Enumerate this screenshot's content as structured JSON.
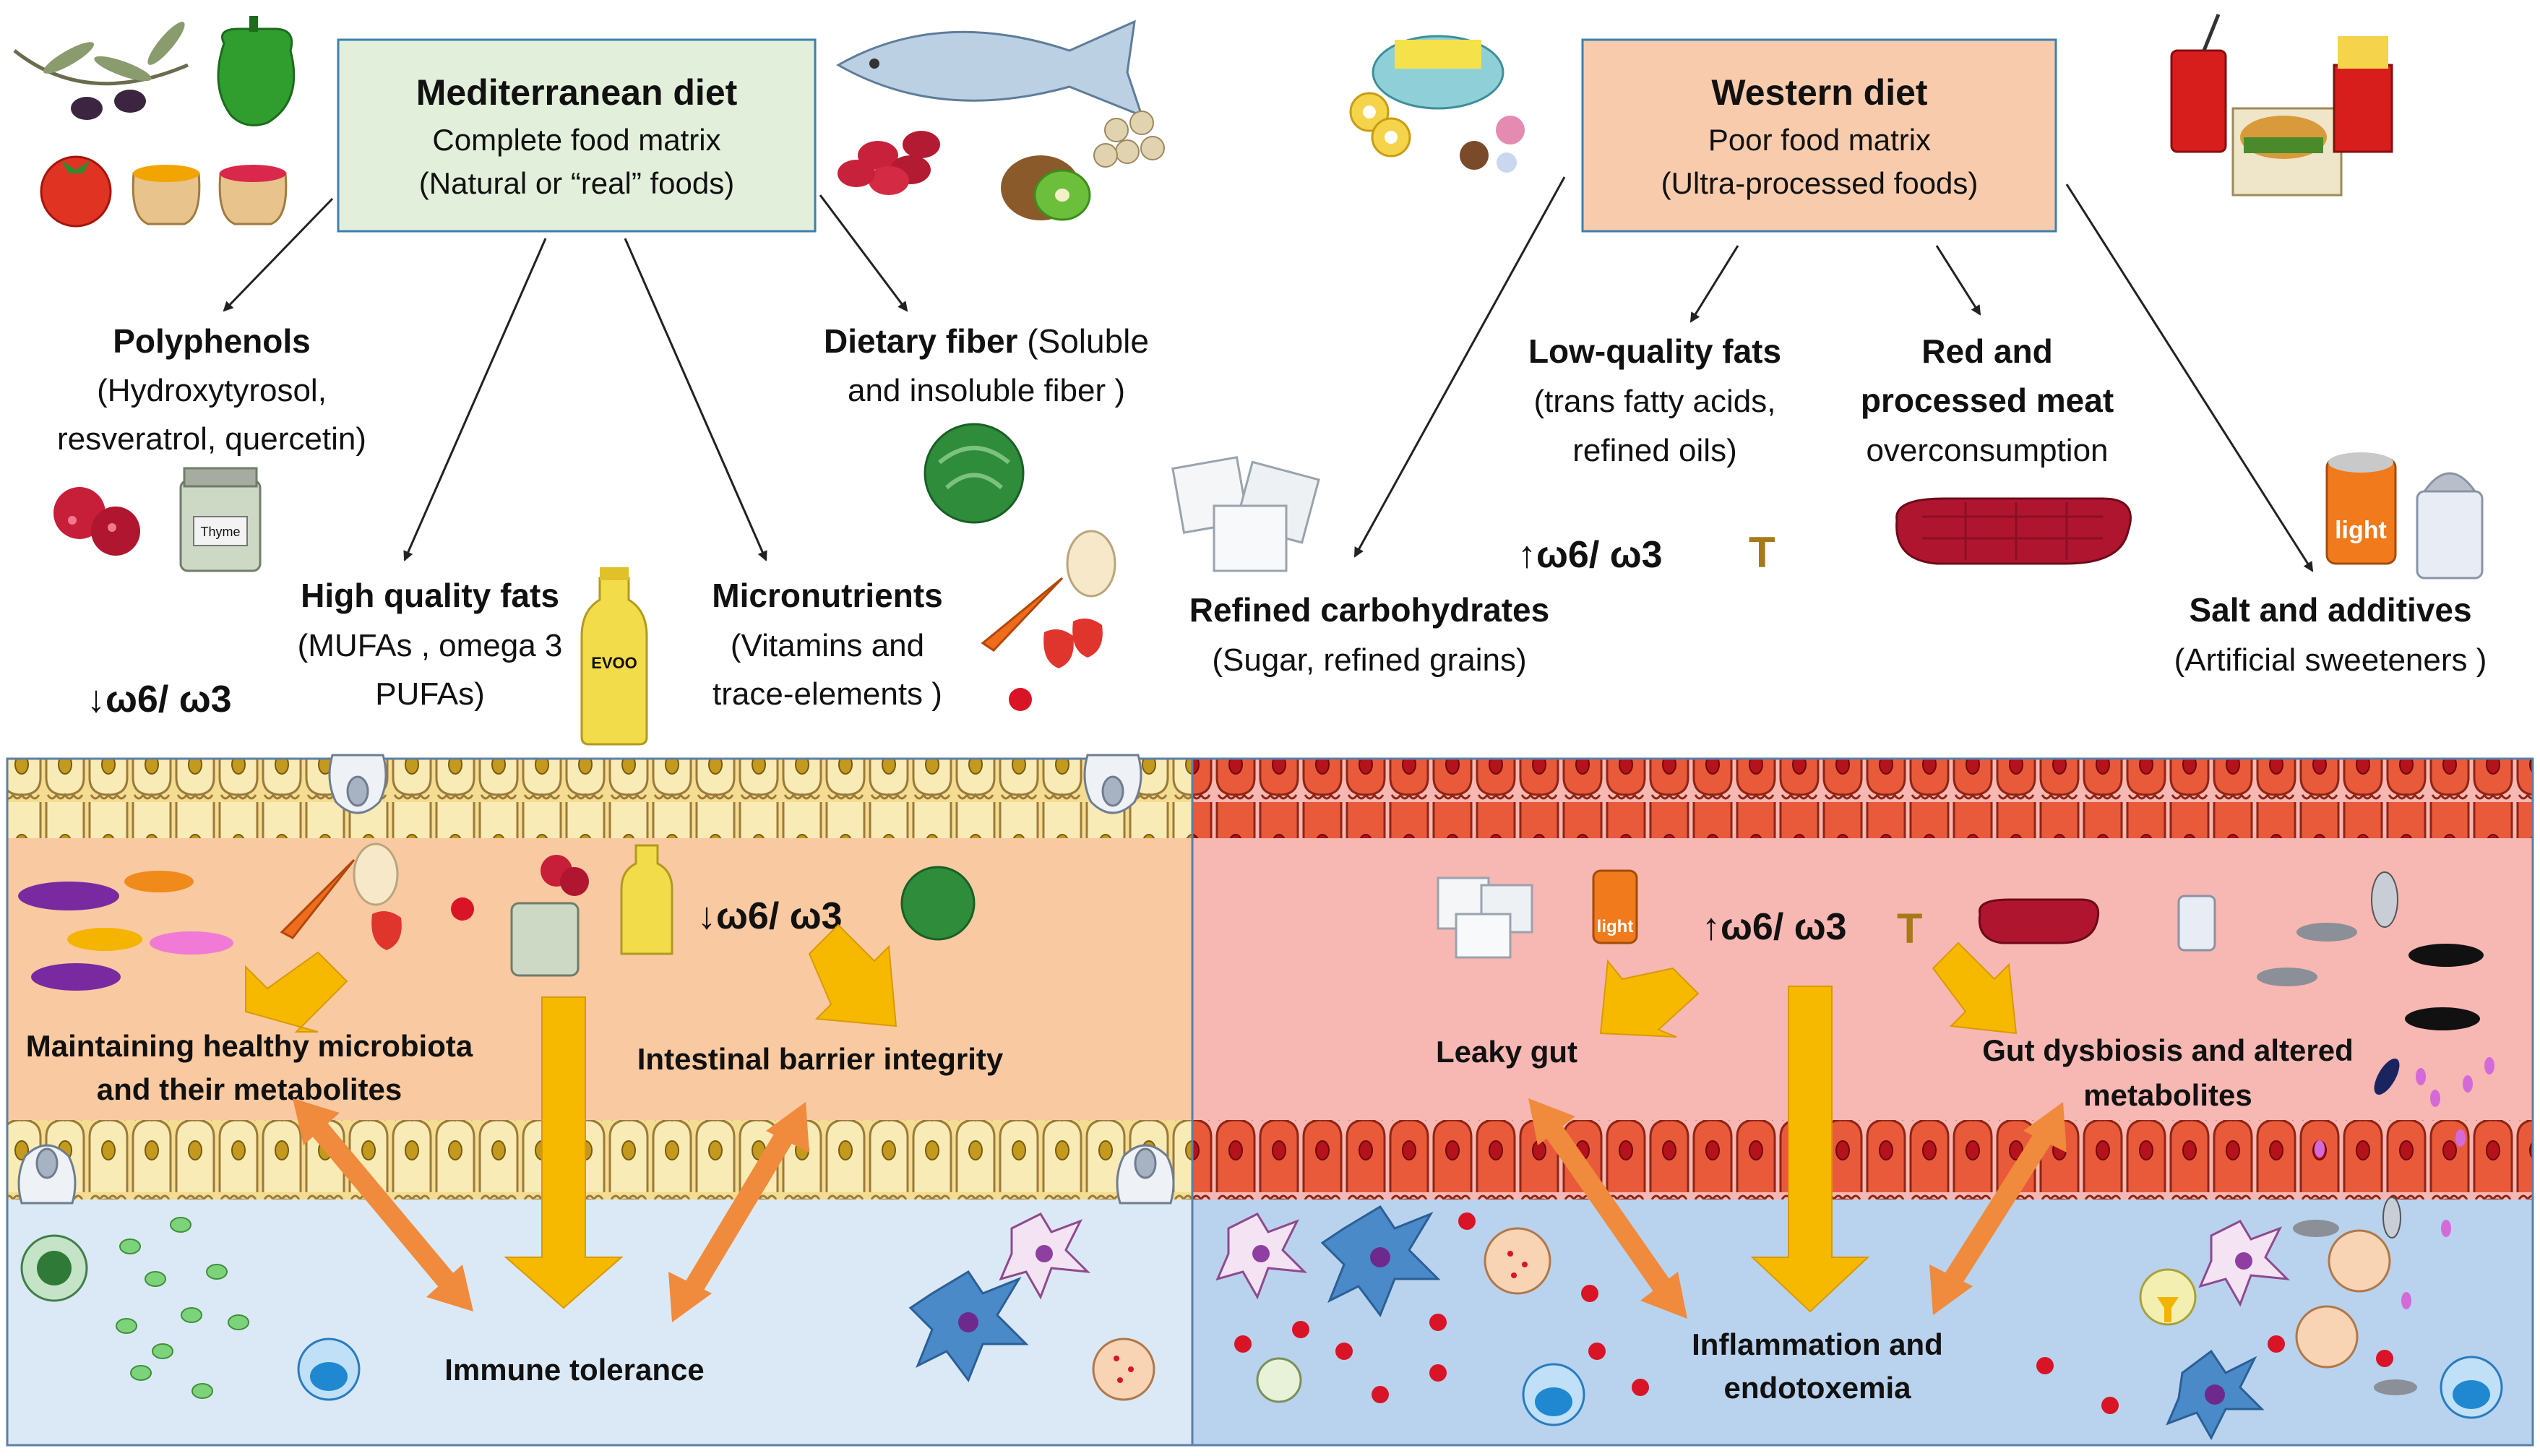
{
  "top": {
    "mediterranean": {
      "title": "Mediterranean diet",
      "subtitle1": "Complete food matrix",
      "subtitle2": "(Natural or “real” foods)"
    },
    "western": {
      "title": "Western diet",
      "subtitle1": "Poor food matrix",
      "subtitle2": "(Ultra-processed foods)"
    }
  },
  "components": {
    "polyphenols": {
      "title": "Polyphenols",
      "line1": "(Hydroxytyrosol,",
      "line2": "resveratrol, quercetin)"
    },
    "dietary_fiber": {
      "title": "Dietary fiber",
      "line1_rest": " (Soluble",
      "line2": "and insoluble fiber )"
    },
    "high_quality_fats": {
      "title": "High quality fats",
      "line1": "(MUFAs , omega 3",
      "line2": "PUFAs)"
    },
    "micronutrients": {
      "title": "Micronutrients",
      "line1": "(Vitamins and",
      "line2": "trace-elements )"
    },
    "ratio_down": "↓ω6/ ω3",
    "low_quality_fats": {
      "title": "Low-quality fats",
      "line1": "(trans fatty acids,",
      "line2": "refined oils)"
    },
    "red_meat": {
      "title1": "Red and",
      "title2": "processed meat",
      "line1": "overconsumption"
    },
    "refined_carbs": {
      "title": "Refined carbohydrates",
      "line1": "(Sugar, refined grains)"
    },
    "ratio_up": "↑ω6/ ω3",
    "trans_mark": "T",
    "salt_additives": {
      "title": "Salt and additives",
      "line1": "(Artificial sweeteners )"
    },
    "evoo_label": "EVOO",
    "thyme_label": "Thyme",
    "light_label": "light"
  },
  "gut": {
    "left": {
      "microbiota1": "Maintaining healthy microbiota",
      "microbiota2": "and their metabolites",
      "barrier": "Intestinal barrier integrity",
      "immune": "Immune tolerance",
      "ratio": "↓ω6/ ω3"
    },
    "right": {
      "leaky": "Leaky gut",
      "dysbiosis1": "Gut dysbiosis and altered",
      "dysbiosis2": "metabolites",
      "inflammation1": "Inflammation  and",
      "inflammation2": "endotoxemia",
      "ratio": "↑ω6/ ω3",
      "trans_mark": "T"
    }
  },
  "colors": {
    "med_box_fill": "#e2efda",
    "med_box_stroke": "#3d7fb0",
    "west_box_fill": "#f8cbad",
    "west_box_stroke": "#3d7fb0",
    "left_lumen": "#f9c9a1",
    "left_mucosa": "#dbe9f6",
    "right_lumen": "#f7b7b3",
    "right_mucosa": "#b9d3ee",
    "epithelium_left": "#f7e6a6",
    "epithelium_right": "#e95a3b",
    "big_arrow": "#f7b800",
    "double_arrow": "#f08a3c"
  }
}
